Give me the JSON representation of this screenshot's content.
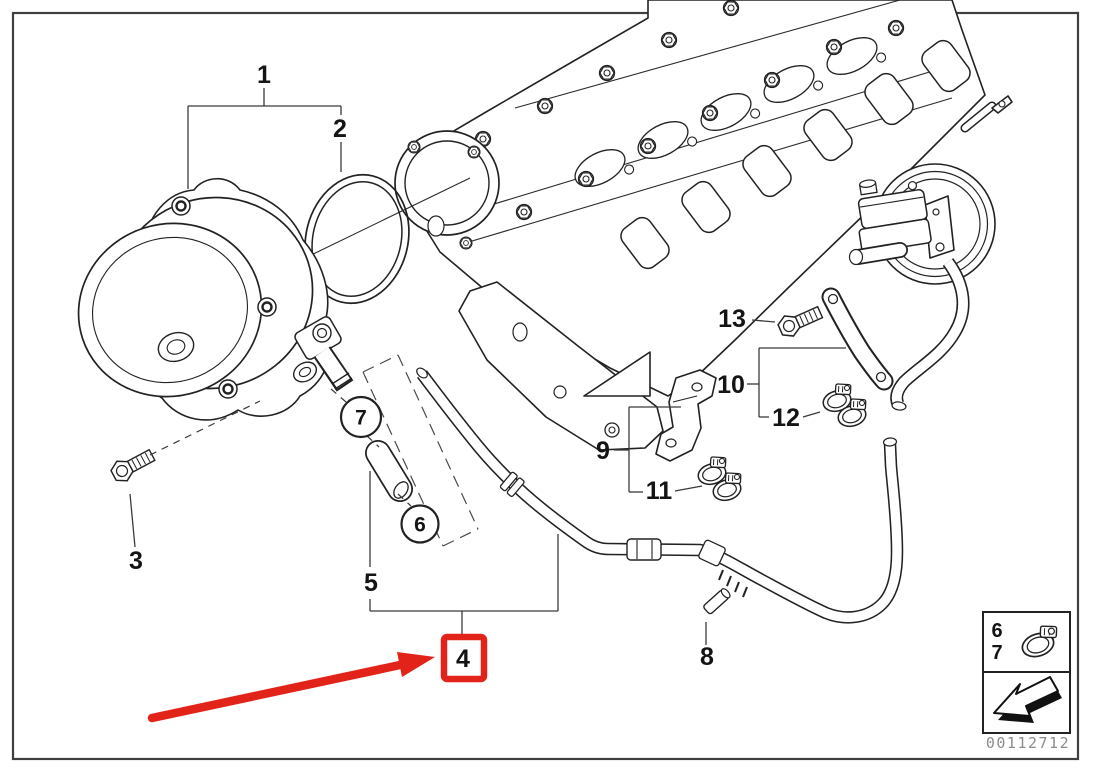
{
  "page": {
    "background": "#ffffff",
    "frame_color": "#3f3f3f",
    "line_color": "#222222"
  },
  "callouts": {
    "c1": "1",
    "c2": "2",
    "c3": "3",
    "c4": "4",
    "c5": "5",
    "c6": "6",
    "c7": "7",
    "c8": "8",
    "c9": "9",
    "c10": "10",
    "c11": "11",
    "c12": "12",
    "c13": "13"
  },
  "highlight": {
    "target_callout": "4",
    "color": "#e2231a"
  },
  "legend": {
    "row1_label": "6",
    "row2_label": "7",
    "clamp_icon": "hose-clamp-icon",
    "arrow_icon": "direction-arrow-icon"
  },
  "footer": {
    "part_number": "00112712",
    "text_color": "#8c8c8c"
  }
}
